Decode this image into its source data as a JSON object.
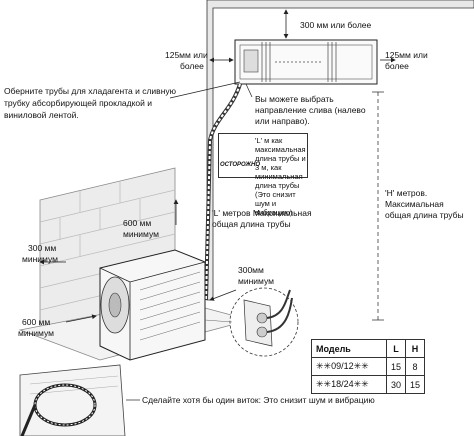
{
  "labels": {
    "top_clearance": "300 мм или более",
    "left_clearance_1": "125мм или",
    "left_clearance_2": "более",
    "right_clearance_1": "125мм или",
    "right_clearance_2": "более",
    "wrap_pipes_1": "Оберните трубы для хладагента и сливную",
    "wrap_pipes_2": "трубку абсорбирующей прокладкой и",
    "wrap_pipes_3": "виниловой лентой.",
    "drain_dir_1": "Вы можете выбрать",
    "drain_dir_2": "направление слива (налево",
    "drain_dir_3": "или направо).",
    "warning_icon_text": "ОСТОРОЖНО",
    "warning_text": "'L' м как максимальная длина трубы и 3 м, как минимальная длина трубы (Это снизит шум и вибрацию)",
    "h_label_1": "'H' метров.",
    "h_label_2": "Максимальная",
    "h_label_3": "общая длина трубы",
    "l_label_1": "'L' метров Максимальная",
    "l_label_2": "общая длина трубы",
    "out_top_1": "600 мм",
    "out_top_2": "минимум",
    "out_left_1": "300 мм",
    "out_left_2": "минимум",
    "out_right_1": "300мм",
    "out_right_2": "минимум",
    "out_bottom_1": "600 мм",
    "out_bottom_2": "минимум",
    "coil_note": "Сделайте хотя бы один виток: Это снизит шум и вибрацию"
  },
  "table": {
    "headers": [
      "Модель",
      "L",
      "H"
    ],
    "rows": [
      [
        "✳✳09/12✳✳",
        "15",
        "8"
      ],
      [
        "✳✳18/24✳✳",
        "30",
        "15"
      ]
    ]
  },
  "colors": {
    "line": "#222222",
    "wall": "#e6e6e6",
    "wall_lines": "#bdbdbd",
    "unit_gray": "#d9d9d9"
  }
}
